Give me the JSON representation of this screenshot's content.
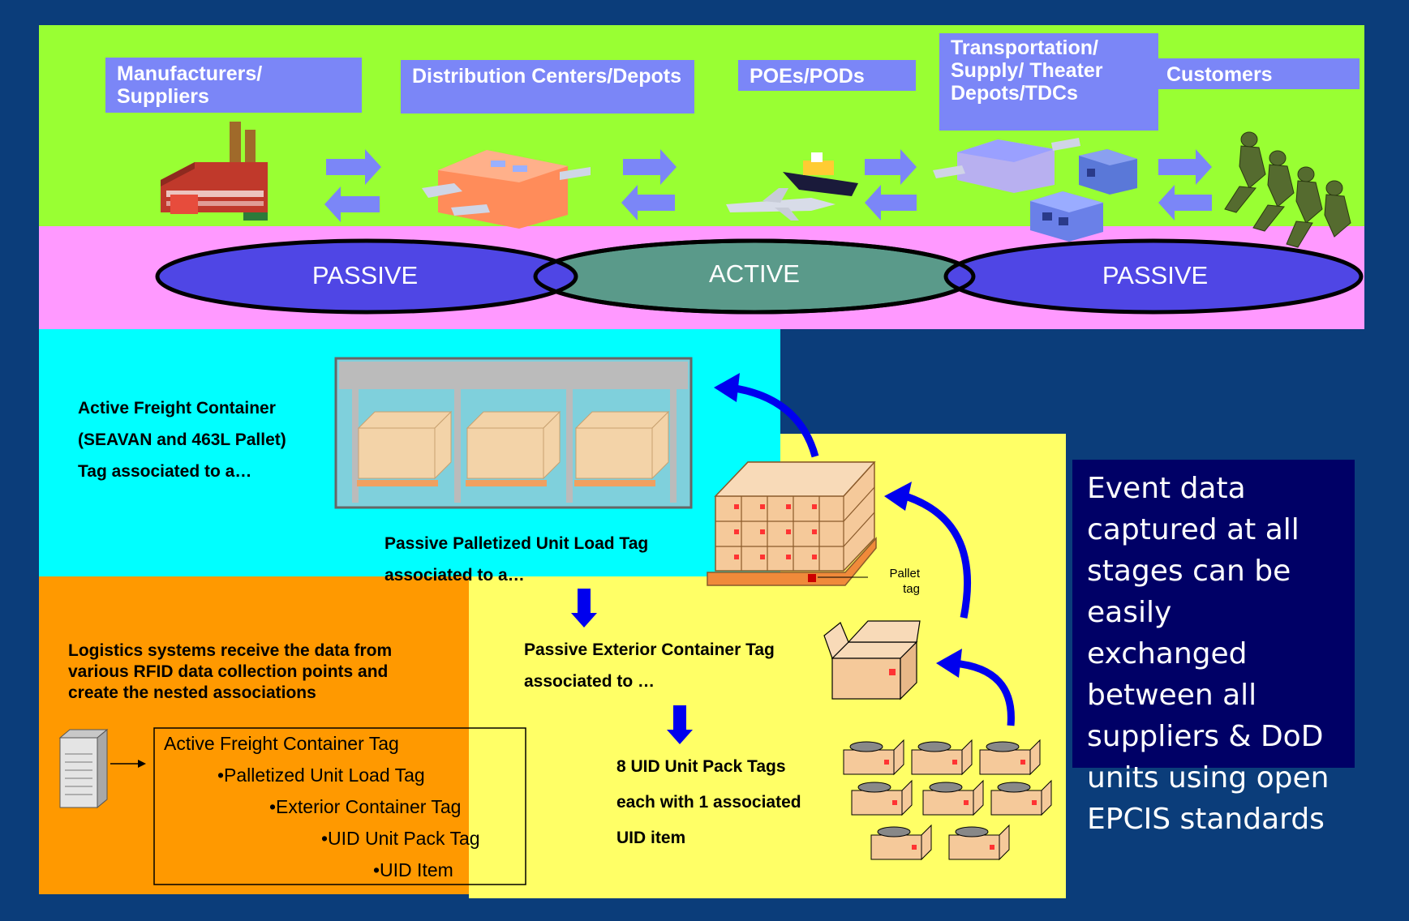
{
  "stages": [
    {
      "label": "Manufacturers/ Suppliers"
    },
    {
      "label": "Distribution Centers/Depots"
    },
    {
      "label": "POEs/PODs"
    },
    {
      "label": "Transportation/ Supply/ Theater Depots/TDCs"
    },
    {
      "label": "Customers"
    }
  ],
  "rings": {
    "left": "PASSIVE",
    "center": "ACTIVE",
    "right": "PASSIVE"
  },
  "container": {
    "line1": "Active Freight Container",
    "line2": "(SEAVAN and 463L Pallet)",
    "line3": "Tag associated to a…"
  },
  "pallet": {
    "line1": "Passive Palletized Unit Load Tag",
    "line2": "associated to a…",
    "tag_line1": "Pallet",
    "tag_line2": "tag"
  },
  "exterior": {
    "line1": "Passive Exterior Container Tag",
    "line2": "associated to …"
  },
  "unitpacks": {
    "line1": "8 UID Unit Pack Tags",
    "line2": "each with 1 associated",
    "line3": "UID item"
  },
  "logistics": {
    "text": "Logistics systems receive the data from various RFID data collection points and create the nested associations"
  },
  "nested": [
    "Active Freight Container Tag",
    "•Palletized Unit Load Tag",
    "•Exterior Container Tag",
    "•UID Unit Pack Tag",
    "•UID Item"
  ],
  "event_box": {
    "text": "Event data captured at all  stages can be easily exchanged between all suppliers & DoD units using open EPCIS standards"
  },
  "colors": {
    "background": "#0b3d7a",
    "top_band": "#99ff33",
    "ring_band": "#ff99ff",
    "cyan_panel": "#00ffff",
    "yellow_panel": "#ffff66",
    "orange_panel": "#ff9900",
    "label_fill": "#7b86f7",
    "event_box": "#000066",
    "arrow_blue": "#0000ff"
  }
}
